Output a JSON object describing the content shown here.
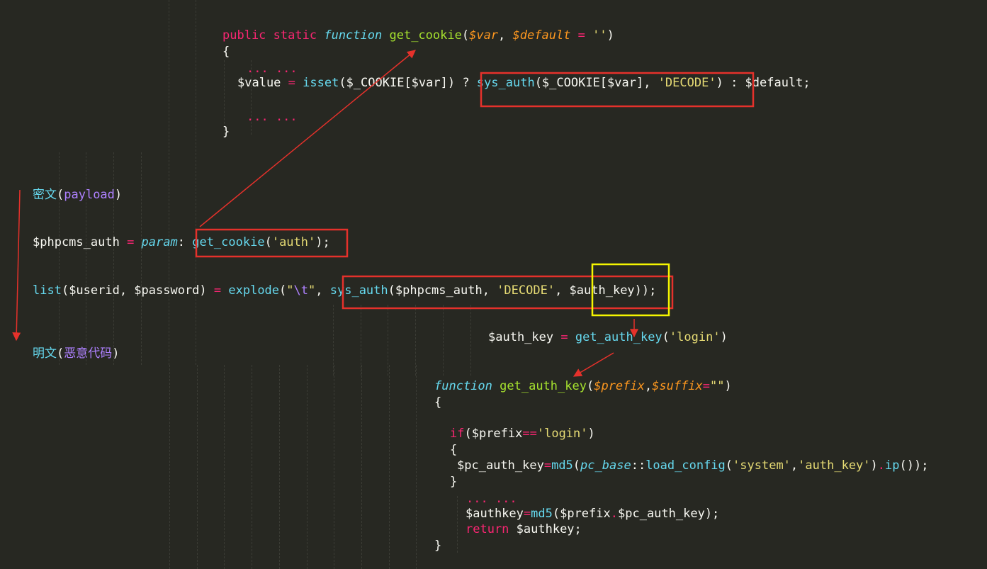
{
  "code": {
    "get_cookie_block": {
      "kw_public": "public",
      "kw_static": "static",
      "kw_function": "function",
      "name": "get_cookie",
      "paren_open": "(",
      "param_var": "$var",
      "comma": ", ",
      "param_default": "$default",
      "eq": " = ",
      "empty_str": "''",
      "paren_close": ")",
      "brace_open": "{",
      "ellipsis1": "... ...",
      "value_var": "$value",
      "assign": " = ",
      "isset": "isset",
      "isset_args": "($_COOKIE[$var]) ? ",
      "sys_auth": "sys_auth",
      "sys_auth_args": "($_COOKIE[$var], ",
      "decode_str": "'DECODE'",
      "sys_auth_close": ")",
      "tail": " : $default;",
      "ellipsis2": "... ...",
      "brace_close": "}"
    },
    "ciphertext_label": {
      "cn": "密文",
      "paren_open": "(",
      "payload": "payload",
      "paren_close": ")"
    },
    "phpcms_auth_line": {
      "var": "$phpcms_auth",
      "eq": " = ",
      "param_class": "param",
      "colon": ": ",
      "call": "get_cookie",
      "paren_open": "(",
      "arg": "'auth'",
      "paren_close": ");"
    },
    "list_line": {
      "list": "list",
      "args": "($userid, $password)",
      "eq": " = ",
      "explode": "explode",
      "paren_open": "(",
      "quote_open": "\"",
      "escape": "\\t",
      "quote_close": "\"",
      "comma": ", ",
      "sys_auth": "sys_auth",
      "sys_args": "($phpcms_auth, ",
      "decode": "'DECODE'",
      "comma2": ", ",
      "auth_key": "$auth_key",
      "close": "));"
    },
    "auth_key_line": {
      "var": "$auth_key",
      "eq": " = ",
      "call": "get_auth_key",
      "paren_open": "(",
      "arg": "'login'",
      "paren_close": ")"
    },
    "plaintext_label": {
      "cn": "明文",
      "paren_open": "(",
      "inner": "恶意代码",
      "paren_close": ")"
    },
    "get_auth_key_block": {
      "kw_function": "function",
      "name": "get_auth_key",
      "paren_open": "(",
      "param_prefix": "$prefix",
      "comma": ",",
      "param_suffix": "$suffix",
      "eq": "=",
      "empty_str": "\"\"",
      "paren_close": ")",
      "brace_open": "{",
      "kw_if": "if",
      "if_open": "($prefix",
      "eqeq": "==",
      "login_str": "'login'",
      "if_close": ")",
      "inner_brace_open": "{",
      "pc_var": "$pc_auth_key",
      "assign": "=",
      "md5": "md5",
      "md5_open": "(",
      "pc_base": "pc_base",
      "dcolon": "::",
      "load_config": "load_config",
      "lc_open": "(",
      "system_str": "'system'",
      "lc_comma": ",",
      "auth_key_str": "'auth_key'",
      "lc_close": ")",
      "dot": ".",
      "ip": "ip",
      "tail": "());",
      "inner_brace_close": "}",
      "ellipsis": "... ...",
      "authkey_var": "$authkey",
      "assign2": "=",
      "md5_2": "md5",
      "md5_2_args": "($prefix",
      "dot2": ".",
      "md5_2_tail": "$pc_auth_key);",
      "kw_return": "return",
      "return_val": " $authkey;",
      "brace_close": "}"
    }
  },
  "colors": {
    "background": "#272822",
    "keyword": "#f92672",
    "builtin": "#66d9ef",
    "function_name": "#a6e22e",
    "parameter": "#fd971f",
    "string": "#e6db74",
    "constant": "#ae81ff",
    "highlight_box": "#e5312b",
    "key_box": "#f5f500"
  }
}
